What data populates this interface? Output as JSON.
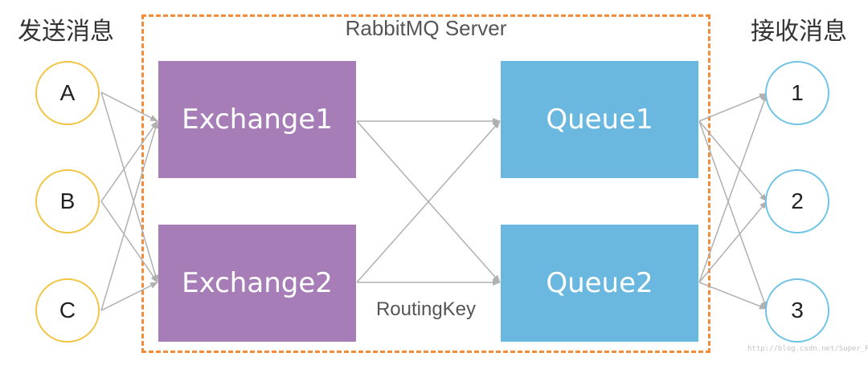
{
  "labels": {
    "send": "发送消息",
    "receive": "接收消息",
    "server": "RabbitMQ Server",
    "routing_key": "RoutingKey"
  },
  "producers": [
    "A",
    "B",
    "C"
  ],
  "exchanges": [
    "Exchange1",
    "Exchange2"
  ],
  "queues": [
    "Queue1",
    "Queue2"
  ],
  "consumers": [
    "1",
    "2",
    "3"
  ],
  "watermark": "http://blog.csdn.net/Super_RD",
  "colors": {
    "producer_border": "#f2c443",
    "consumer_border": "#6ec3e6",
    "exchange_fill": "#a77db8",
    "queue_fill": "#6ab8e0",
    "server_border": "#f28c38",
    "arrow": "#b0b0b0"
  }
}
